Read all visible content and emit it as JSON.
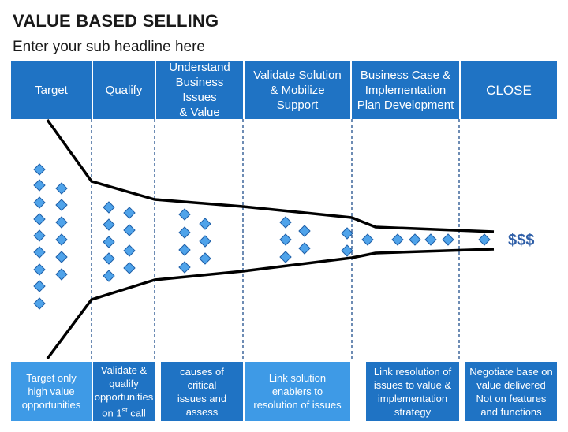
{
  "header": {
    "title": "VALUE BASED SELLING",
    "subtitle": "Enter your sub headline here"
  },
  "stages": [
    {
      "label": "Target"
    },
    {
      "label": "Qualify"
    },
    {
      "label": "Understand\nBusiness Issues\n& Value"
    },
    {
      "label": "Validate Solution\n& Mobilize\nSupport"
    },
    {
      "label": "Business Case &\nImplementation\nPlan Development"
    },
    {
      "label": "CLOSE"
    }
  ],
  "descriptions": [
    {
      "text": "Target only\nhigh value\nopportunities"
    },
    {
      "text": "Validate &\nqualify\nopportunities\non 1st call"
    },
    {
      "text": "Determine root\ncauses of critical\nissues and assess\nvalue"
    },
    {
      "text": "Link solution\nenablers to\nresolution of issues"
    },
    {
      "text": "Link resolution of\nissues to value &\nimplementation\nstrategy"
    },
    {
      "text": "Negotiate base on\nvalue delivered\nNot on features\nand functions"
    }
  ],
  "result_label": "$$$",
  "colors": {
    "stage_bg": "#1f73c4",
    "desc_bg_light": "#3e9ae6",
    "diamond_fill": "#4fa3ea",
    "diamond_stroke": "#1f5fa8",
    "funnel_line": "#000000",
    "divider": "#1f4e8c"
  }
}
